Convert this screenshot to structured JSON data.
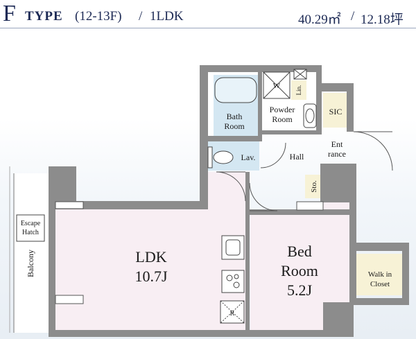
{
  "header": {
    "type_letter": "F",
    "type_word": "TYPE",
    "floors": "(12-13F)",
    "separator": "/",
    "layout": "1LDK",
    "area_sqm": "40.29㎡",
    "area_tsubo": "12.18坪"
  },
  "rooms": {
    "ldk_name": "LDK",
    "ldk_size": "10.7J",
    "bed_line1": "Bed",
    "bed_line2": "Room",
    "bed_size": "5.2J",
    "bath_line1": "Bath",
    "bath_line2": "Room",
    "powder_line1": "Powder",
    "powder_line2": "Room",
    "hall": "Hall",
    "lav": "Lav.",
    "sic": "SIC",
    "entrance_line1": "Ent",
    "entrance_line2": "rance",
    "storage": "Sto.",
    "linen": "Lin.",
    "washer": "W",
    "walkin_line1": "Walk in",
    "walkin_line2": "Closet",
    "balcony": "Balcony",
    "escape_line1": "Escape",
    "escape_line2": "Hatch",
    "fridge": "R"
  },
  "colors": {
    "accent": "#1d2a55",
    "wall": "#8c8c8c",
    "ldk_floor": "#f8eef3",
    "bath_tile": "#d4e7f2",
    "closet": "#f7f2d6"
  }
}
